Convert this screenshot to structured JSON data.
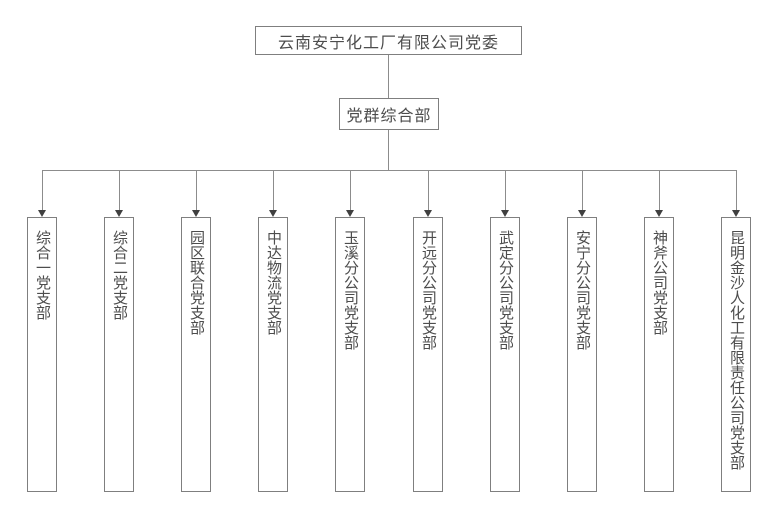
{
  "colors": {
    "background": "#ffffff",
    "line": "#8c8c8c",
    "border": "#7f7f7f",
    "text": "#4d4d4d",
    "arrow": "#404040"
  },
  "org": {
    "root": "云南安宁化工厂有限公司党委",
    "department": "党群综合部",
    "branches": [
      "综合一党支部",
      "综合二党支部",
      "园区联合党支部",
      "中达物流党支部",
      "玉溪分公司党支部",
      "开远分公司党支部",
      "武定分公司党支部",
      "安宁分公司党支部",
      "神斧公司党支部",
      "昆明金沙人化工有限责任公司党支部"
    ]
  }
}
